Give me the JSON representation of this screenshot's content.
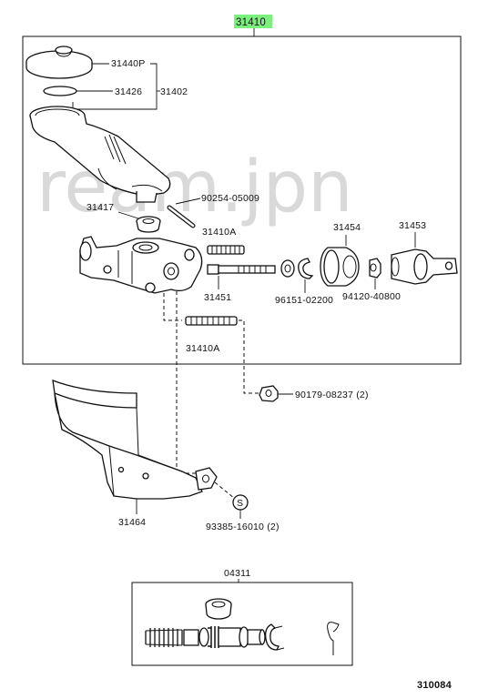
{
  "watermark": "ream.jpn",
  "assembly_label": "31410",
  "highlight_color": "#7cf07c",
  "labels": {
    "p31440p": "31440P",
    "p31426": "31426",
    "p31402": "31402",
    "p90254": "90254-05009",
    "p31417": "31417",
    "p31410a_top": "31410A",
    "p31454": "31454",
    "p31453": "31453",
    "p31451": "31451",
    "p96151": "96151-02200",
    "p94120": "94120-40800",
    "p31410a_bottom": "31410A",
    "p90179": "90179-08237 (2)",
    "p31464": "31464",
    "p93385": "93385-16010 (2)",
    "s_marker": "S",
    "kit_label": "04311",
    "diagram_code": "310084"
  }
}
